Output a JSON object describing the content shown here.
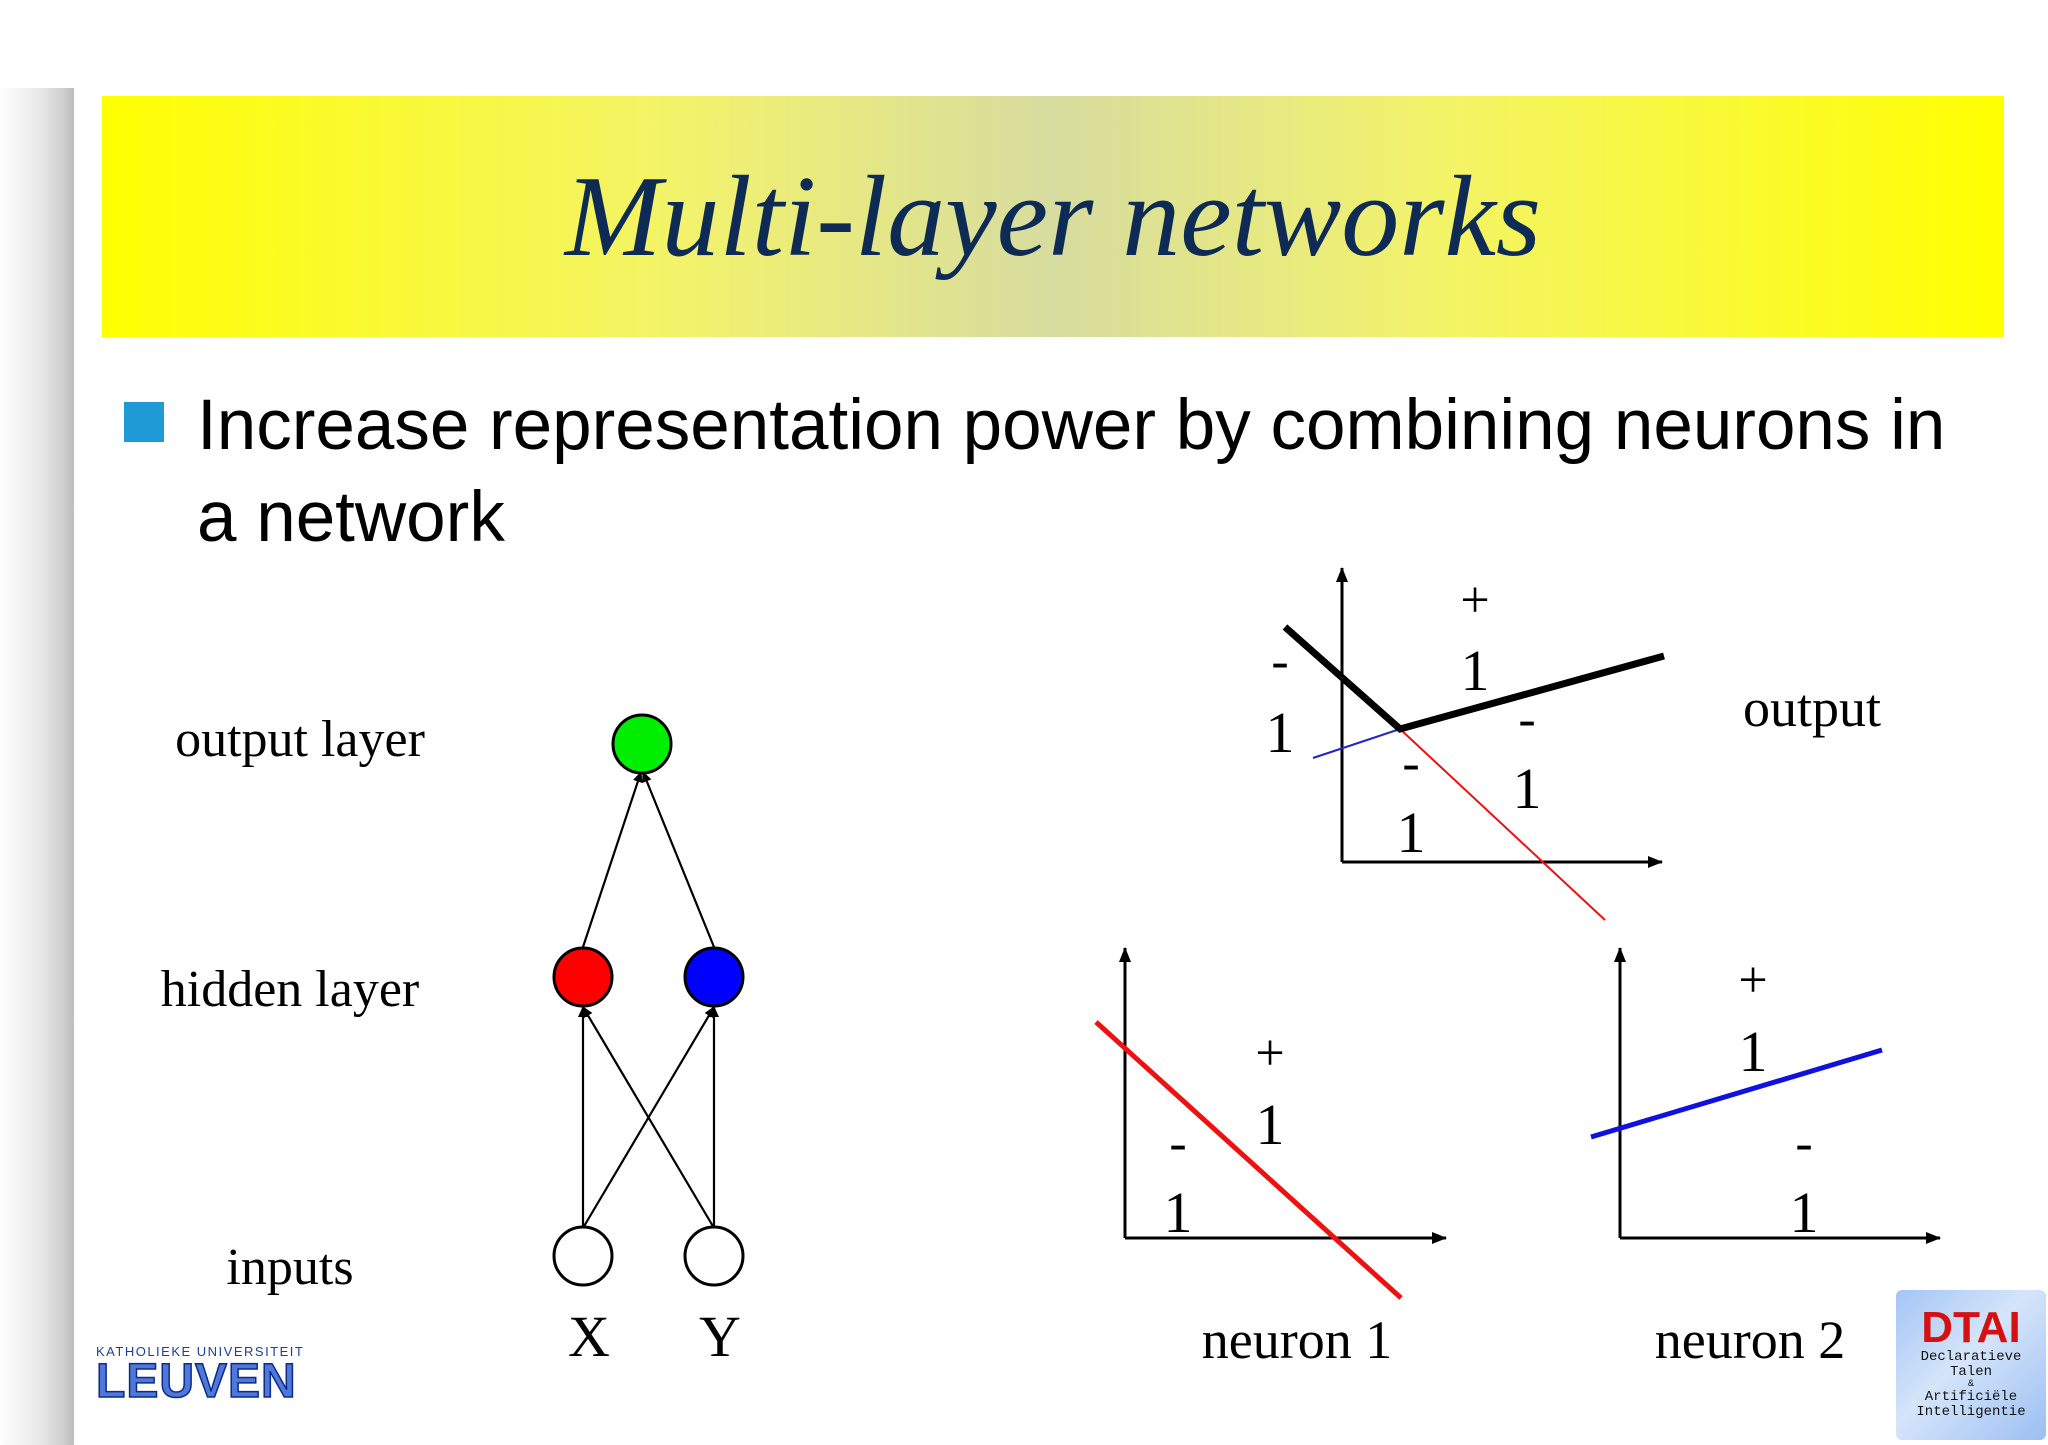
{
  "slide": {
    "title": "Multi-layer networks",
    "bullet": "Increase representation power by combining neurons in a network"
  },
  "network": {
    "output_label": "output layer",
    "hidden_label": "hidden layer",
    "inputs_label": "inputs",
    "input_x": "X",
    "input_y": "Y"
  },
  "plots": {
    "output": {
      "caption": "output",
      "plus_sign": "+",
      "plus_digit": "1",
      "left_minus_sign": "-",
      "left_minus_digit": "1",
      "low_minus_sign": "-",
      "low_minus_digit": "1",
      "right_minus_sign": "-",
      "right_minus_digit": "1"
    },
    "neuron1": {
      "caption": "neuron 1",
      "plus_sign": "+",
      "plus_digit": "1",
      "minus_sign": "-",
      "minus_digit": "1"
    },
    "neuron2": {
      "caption": "neuron 2",
      "plus_sign": "+",
      "plus_digit": "1",
      "minus_sign": "-",
      "minus_digit": "1"
    }
  },
  "colors": {
    "output_node": "#00ee00",
    "hidden_node_1": "#ff0000",
    "hidden_node_2": "#0000ff",
    "title_text": "#0d2b55",
    "bullet": "#1f9ad6"
  },
  "logos": {
    "kul_small": "KATHOLIEKE UNIVERSITEIT",
    "kul_big": "LEUVEN",
    "dtai_big": "DTAI",
    "dtai_line1": "Declaratieve",
    "dtai_line2": "Talen",
    "dtai_amp": "&",
    "dtai_line3": "Artificiële",
    "dtai_line4": "Intelligentie"
  }
}
